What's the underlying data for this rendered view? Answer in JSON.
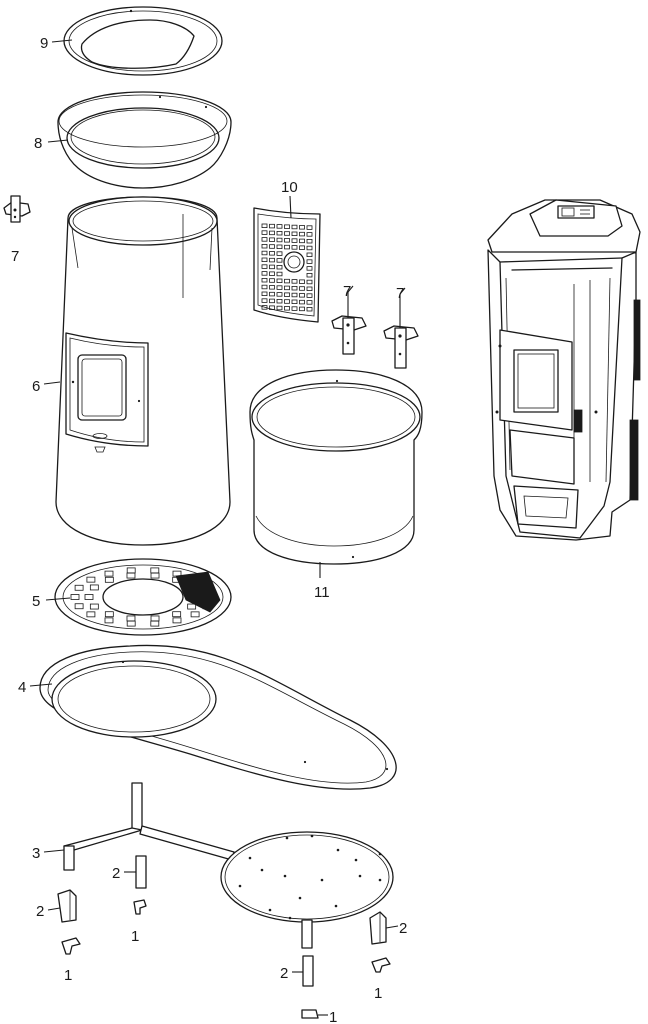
{
  "callouts": {
    "c9": "9",
    "c8": "8",
    "c7a": "7",
    "c7b": "7",
    "c7c": "7",
    "c10": "10",
    "c6": "6",
    "c5": "5",
    "c11": "11",
    "c4": "4",
    "c3": "3",
    "c2a": "2",
    "c2b": "2",
    "c2c": "2",
    "c2d": "2",
    "c1a": "1",
    "c1b": "1",
    "c1c": "1",
    "c1d": "1"
  }
}
